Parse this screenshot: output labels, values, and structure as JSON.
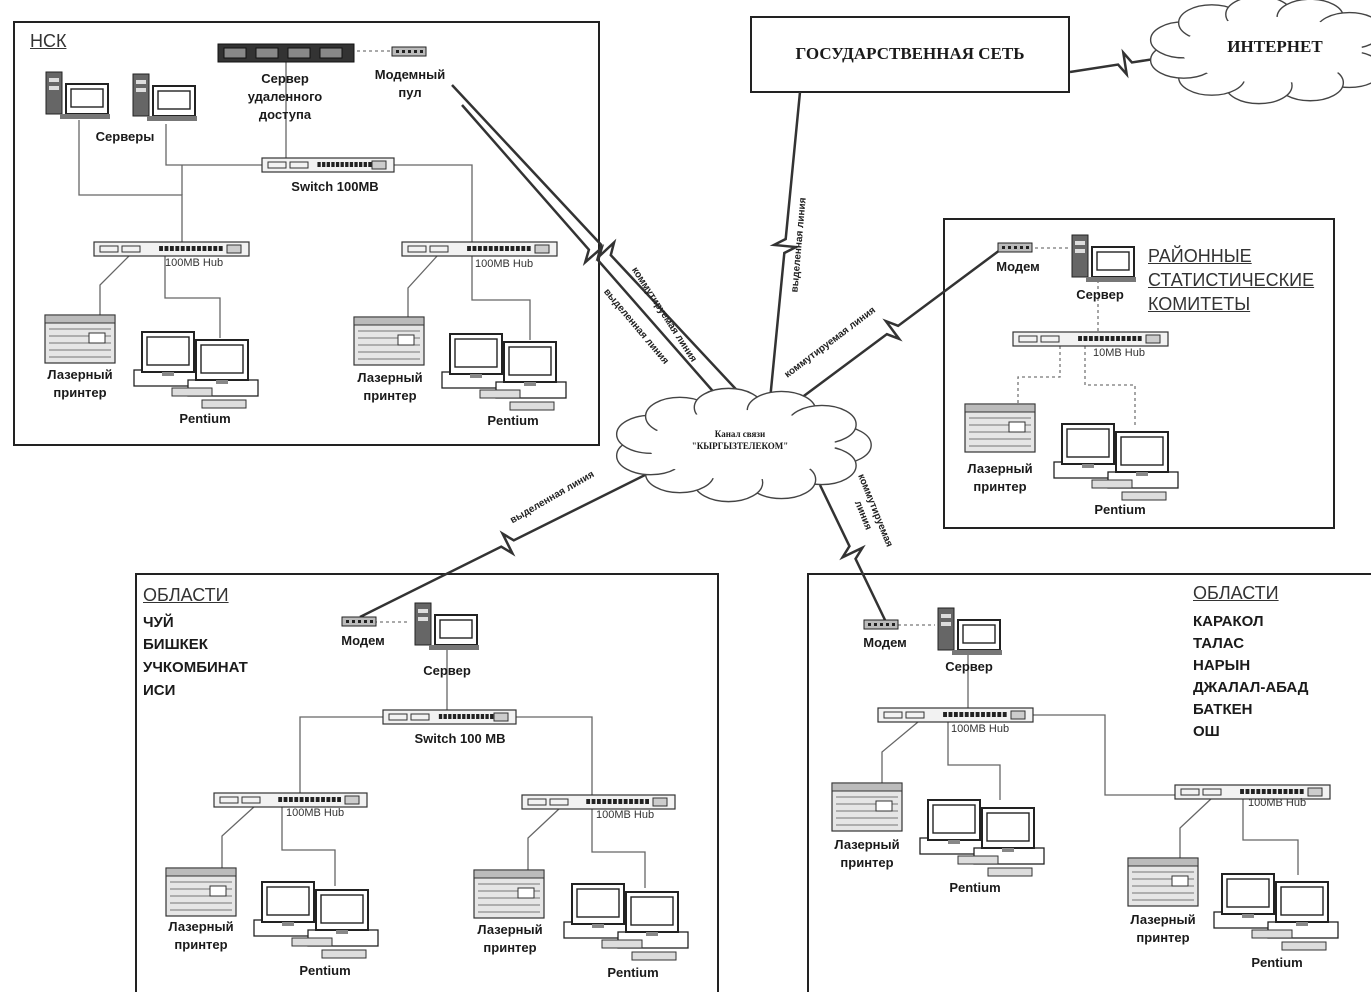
{
  "nsk": {
    "title": "НСК",
    "servers_label": "Серверы",
    "remote_server_label": "Сервер\nудаленного\nдоступа",
    "modem_pool_label": "Модемный\nпул",
    "switch_label": "Switch 100MB",
    "hub_left_label": "100MB Hub",
    "hub_right_label": "100MB Hub",
    "printer_left_label": "Лазерный\nпринтер",
    "printer_right_label": "Лазерный\nпринтер",
    "pc_left_label": "Pentium",
    "pc_right_label": "Pentium"
  },
  "gov_net": {
    "label": "ГОСУДАРСТВЕННАЯ СЕТЬ"
  },
  "internet": {
    "label": "ИНТЕРНЕТ"
  },
  "central_cloud": {
    "label": "Канал связи\n\"КЫРГЫЗТЕЛЕКОМ\""
  },
  "links": {
    "nsk_switched": "коммутируемая линия",
    "nsk_leased": "выделенная линия",
    "gov_leased": "выделенная линия",
    "district_switched": "коммутируемая линия",
    "oblast_left_leased": "выделенная линия",
    "oblast_right_switched": "коммутируемая\nлиния"
  },
  "district": {
    "title": "РАЙОННЫЕ\nСТАТИСТИЧЕСКИЕ\nКОМИТЕТЫ",
    "modem_label": "Модем",
    "server_label": "Сервер",
    "hub_label": "10MB Hub",
    "printer_label": "Лазерный\nпринтер",
    "pc_label": "Pentium"
  },
  "oblast_left": {
    "title": "ОБЛАСТИ",
    "regions": [
      "ЧУЙ",
      "БИШКЕК",
      "УЧКОМБИНАТ",
      "ИСИ"
    ],
    "modem_label": "Модем",
    "server_label": "Сервер",
    "switch_label": "Switch 100 MB",
    "hub_left_label": "100MB Hub",
    "hub_right_label": "100MB Hub",
    "printer_left_label": "Лазерный\nпринтер",
    "printer_right_label": "Лазерный\nпринтер",
    "pc_left_label": "Pentium",
    "pc_right_label": "Pentium"
  },
  "oblast_right": {
    "title": "ОБЛАСТИ",
    "regions": [
      "КАРАКОЛ",
      "ТАЛАС",
      "НАРЫН",
      "ДЖАЛАЛ-АБАД",
      "БАТКЕН",
      "ОШ"
    ],
    "modem_label": "Модем",
    "server_label": "Сервер",
    "hub_left_label": "100MB Hub",
    "hub_right_label": "100MB Hub",
    "printer_left_label": "Лазерный\nпринтер",
    "printer_right_label": "Лазерный\nпринтер",
    "pc_left_label": "Pentium",
    "pc_right_label": "Pentium"
  }
}
